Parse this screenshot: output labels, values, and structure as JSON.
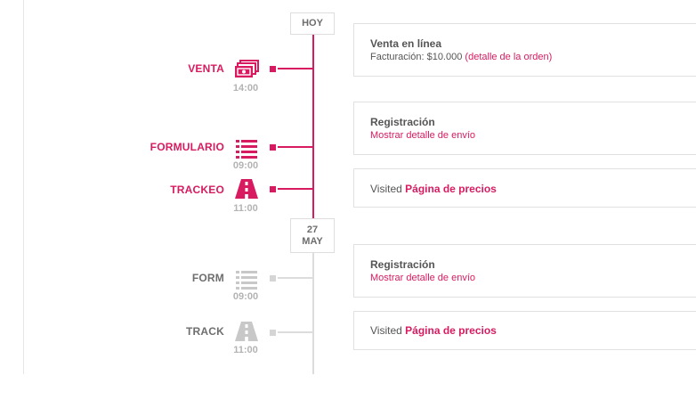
{
  "dates": {
    "today": "HOY",
    "past_day": "27",
    "past_month": "MAY"
  },
  "events": [
    {
      "label": "VENTA",
      "time": "14:00",
      "icon": "cash-icon",
      "state": "active",
      "card": {
        "title": "Venta en línea",
        "subtitle_prefix": "Facturación: $10.000",
        "subtitle_link": "(detalle de la orden)"
      }
    },
    {
      "label": "FORMULARIO",
      "time": "09:00",
      "icon": "list-icon",
      "state": "active",
      "card": {
        "title": "Registración",
        "subtitle_link": "Mostrar detalle de envío"
      }
    },
    {
      "label": "TRACKEO",
      "time": "11:00",
      "icon": "road-icon",
      "state": "active",
      "card": {
        "visited_prefix": "Visited",
        "visited_page": "Página de precios"
      }
    },
    {
      "label": "FORM",
      "time": "09:00",
      "icon": "list-icon",
      "state": "inactive",
      "card": {
        "title": "Registración",
        "subtitle_link": "Mostrar detalle de envío"
      }
    },
    {
      "label": "TRACK",
      "time": "11:00",
      "icon": "road-icon",
      "state": "inactive",
      "card": {
        "visited_prefix": "Visited",
        "visited_page": "Página de precios"
      }
    }
  ],
  "colors": {
    "accent": "#d81b60",
    "muted": "#6e6e6e",
    "inactive_icon": "#c8c8c8",
    "border": "#e1e1e1"
  }
}
